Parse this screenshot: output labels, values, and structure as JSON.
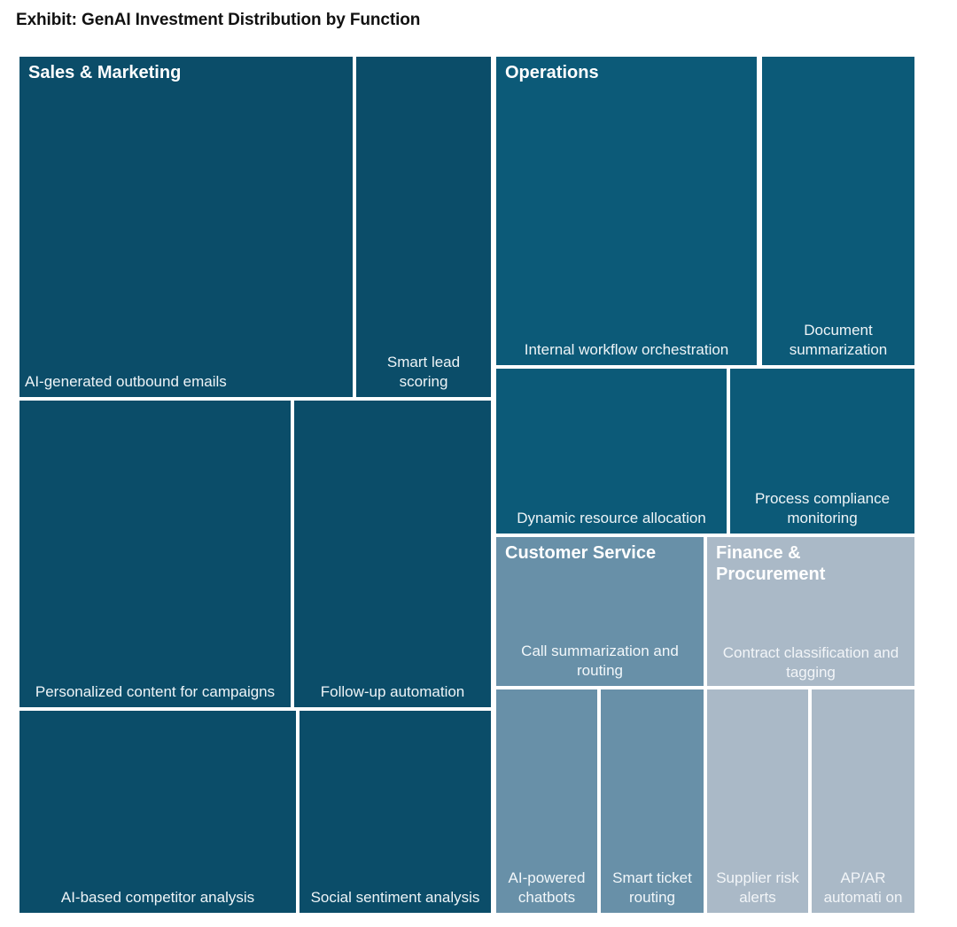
{
  "title": "Exhibit: GenAI Investment Distribution by Function",
  "chart_data": {
    "type": "treemap",
    "title": "Exhibit: GenAI Investment Distribution by Function",
    "xlabel": "",
    "ylabel": "",
    "legend": "none",
    "grid": false,
    "groups": [
      {
        "name": "Sales & Marketing",
        "color": "#0b4d69",
        "children": [
          {
            "label": "AI-generated outbound emails",
            "value": 28
          },
          {
            "label": "Smart lead scoring",
            "value": 9
          },
          {
            "label": "Personalized content for campaigns",
            "value": 13
          },
          {
            "label": "Follow-up automation",
            "value": 10
          },
          {
            "label": "AI-based competitor analysis",
            "value": 8
          },
          {
            "label": "Social sentiment analysis",
            "value": 6
          }
        ]
      },
      {
        "name": "Operations",
        "color": "#0c5a78",
        "children": [
          {
            "label": "Internal workflow orchestration",
            "value": 16
          },
          {
            "label": "Document summarization",
            "value": 8
          },
          {
            "label": "Dynamic resource allocation",
            "value": 7
          },
          {
            "label": "Process compliance monitoring",
            "value": 5
          }
        ]
      },
      {
        "name": "Customer Service",
        "color": "#6890a8",
        "children": [
          {
            "label": "Call summarization and routing",
            "value": 6
          },
          {
            "label": "AI-powered chatbots",
            "value": 4
          },
          {
            "label": "Smart ticket routing",
            "value": 3
          }
        ]
      },
      {
        "name": "Finance & Procurement",
        "color": "#aab9c7",
        "children": [
          {
            "label": "Contract classification and tagging",
            "value": 5
          },
          {
            "label": "Supplier risk alerts",
            "value": 3
          },
          {
            "label": "AP/AR automation",
            "value": 3
          }
        ]
      }
    ]
  },
  "tiles": {
    "sales_group": "Sales & Marketing",
    "sales_outbound": "AI-generated outbound emails",
    "sales_lead": "Smart lead scoring",
    "sales_personalized": "Personalized content for campaigns",
    "sales_followup": "Follow-up automation",
    "sales_competitor": "AI-based competitor analysis",
    "sales_sentiment": "Social sentiment analysis",
    "ops_group": "Operations",
    "ops_workflow": "Internal workflow orchestration",
    "ops_docsum": "Document summarization",
    "ops_resource": "Dynamic resource allocation",
    "ops_compliance": "Process compliance monitoring",
    "cs_group": "Customer Service",
    "cs_callsum": "Call summarization and routing",
    "cs_chatbots": "AI-powered chatbots",
    "cs_ticket": "Smart ticket routing",
    "fin_group": "Finance & Procurement",
    "fin_contract": "Contract classification and tagging",
    "fin_supplier": "Supplier risk alerts",
    "fin_apar": "AP/AR automati on"
  }
}
